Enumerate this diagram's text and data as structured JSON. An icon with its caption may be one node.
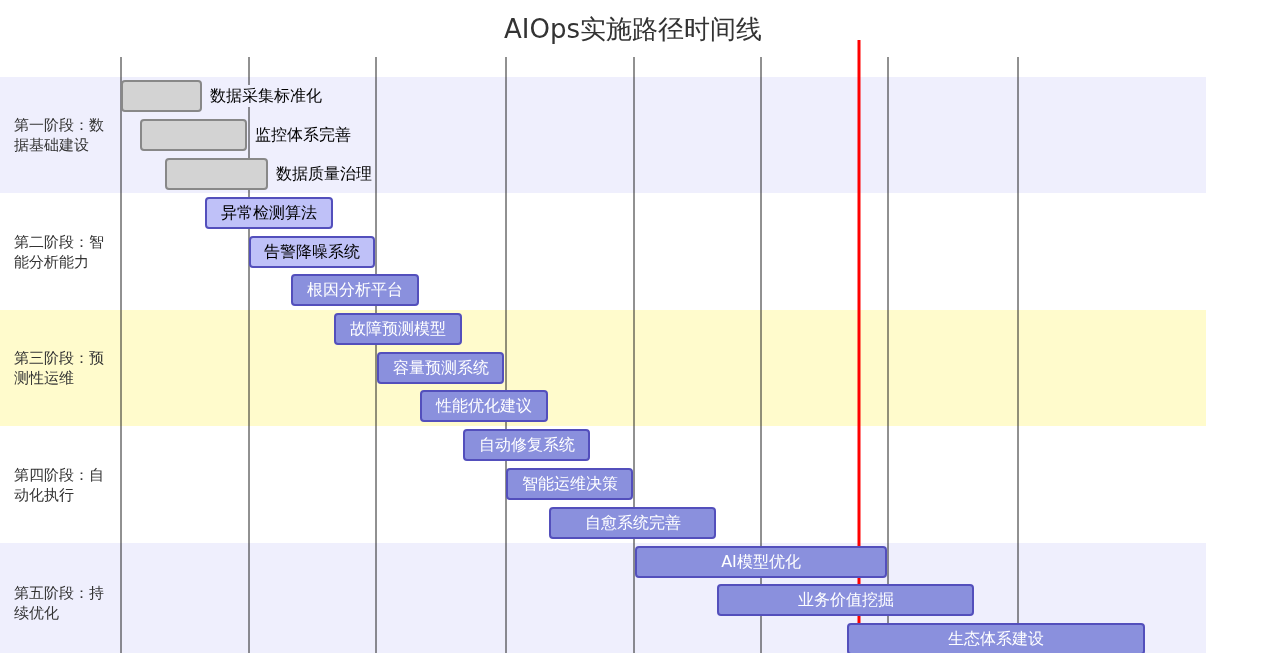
{
  "diagram": {
    "title": "AIOps实施路径时间线",
    "nodes": [
      {
        "text": [
          "第一阶段：数据基础建设"
        ]
      },
      {
        "text": [
          "数据采集标准化"
        ],
        "in": 0
      },
      {
        "text": [
          "监控体系完善"
        ],
        "in": 0
      },
      {
        "text": [
          "数据质量治理"
        ],
        "in": 0
      },
      {
        "text": [
          "第二阶段：智能分析能力"
        ]
      },
      {
        "text": [
          "异常检测算法"
        ],
        "in": 4
      },
      {
        "text": [
          "告警降噪系统"
        ],
        "in": 4
      },
      {
        "text": [
          "根因分析平台"
        ],
        "in": 4
      },
      {
        "text": [
          "第三阶段：预测性运维"
        ]
      },
      {
        "text": [
          "故障预测模型"
        ],
        "in": 8
      },
      {
        "text": [
          "容量预测系统"
        ],
        "in": 8
      },
      {
        "text": [
          "性能优化建议"
        ],
        "in": 8
      },
      {
        "text": [
          "第四阶段：自动化执行"
        ]
      },
      {
        "text": [
          "自动修复系统"
        ],
        "in": 12
      },
      {
        "text": [
          "智能运维决策"
        ],
        "in": 12
      },
      {
        "text": [
          "自愈系统完善"
        ],
        "in": 12
      },
      {
        "text": [
          "第五阶段：持续优化"
        ]
      },
      {
        "text": [
          "AI模型优化"
        ],
        "in": 16
      },
      {
        "text": [
          "业务价值挖掘"
        ],
        "in": 16
      },
      {
        "text": [
          "生态体系建设"
        ],
        "in": 16
      }
    ]
  }
}
